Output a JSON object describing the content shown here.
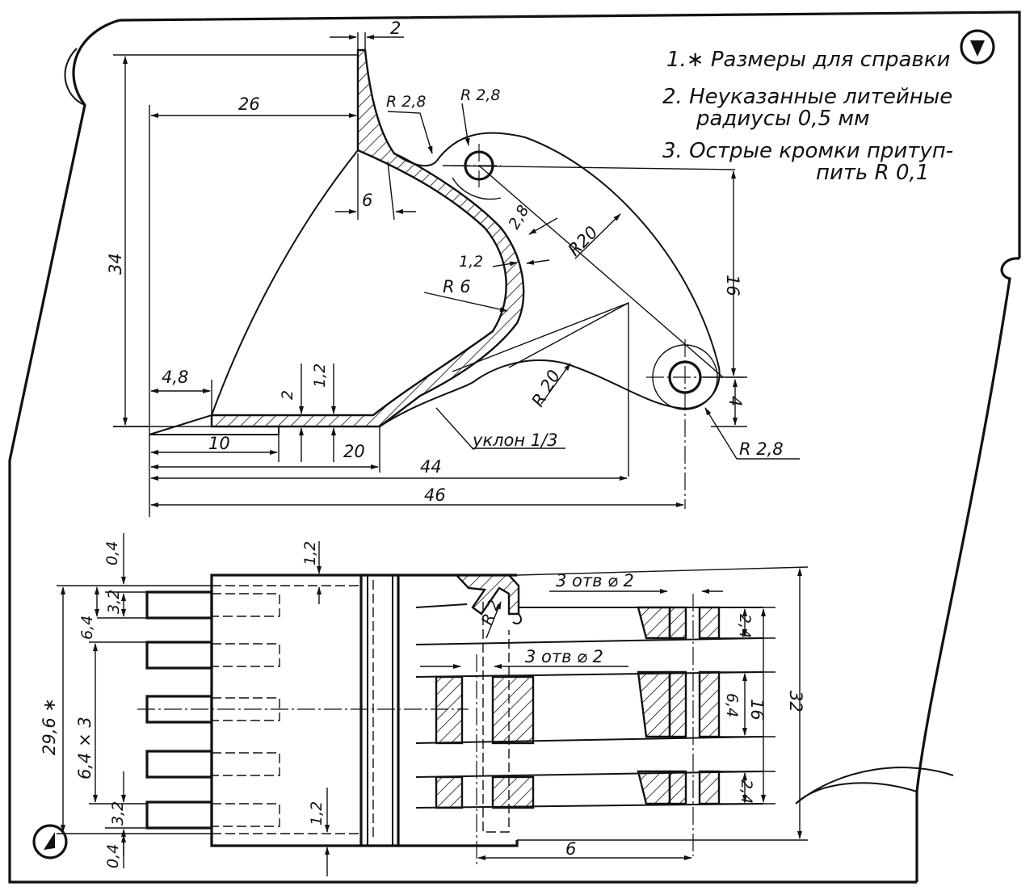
{
  "notes": {
    "n1": "1.∗ Размеры для справки",
    "n2a": "2. Неуказанные литейные",
    "n2b": "радиусы 0,5 мм",
    "n3a": "3. Острые кромки притуп-",
    "n3b": "пить R 0,1"
  },
  "side_view": {
    "dim_2": "2",
    "dim_26": "26",
    "r_left": "R 2,8",
    "r_top": "R 2,8",
    "dim_6": "6",
    "dim_2_8": "2,8",
    "r_20_upper": "R20",
    "dim_16": "16",
    "dim_1_2": "1,2",
    "r_6": "R 6",
    "dim_34": "34",
    "dim_4_8": "4,8",
    "dim_2b": "2",
    "dim_1_2b": "1,2",
    "r_20_lower": "R 20",
    "dim_4": "4",
    "dim_10": "10",
    "dim_20": "20",
    "slope": "уклон 1/3",
    "dim_44": "44",
    "r_bottom": "R 2,8",
    "dim_46": "46"
  },
  "plan_view": {
    "dim_0_4_top": "0,4",
    "dim_1_2_top": "1,2",
    "dim_6_4": "6,4",
    "dim_3_2_top": "3,2",
    "dim_29_6": "29,6 ∗",
    "dim_6_4x3": "6,4 × 3",
    "dim_3_2_bot": "3,2",
    "dim_0_4_bot": "0,4",
    "dim_1_2_bot": "1,2",
    "holes_top": "3 отв ⌀ 2",
    "holes_mid": "3 отв ⌀ 2",
    "r_2": "R 2",
    "dim_2_4_top": "2,4",
    "dim_6_4_right": "6,4",
    "dim_16": "16",
    "dim_32": "32",
    "dim_2_4_bot": "2,4",
    "dim_6": "6"
  }
}
